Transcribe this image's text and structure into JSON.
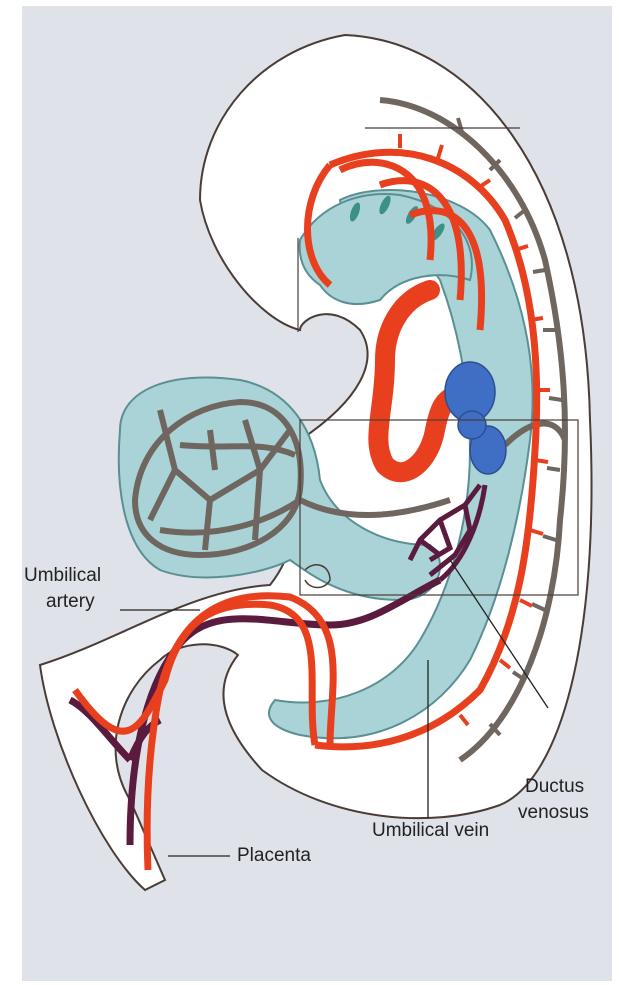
{
  "labels": {
    "umbilical_artery_line1": "Umbilical",
    "umbilical_artery_line2": "artery",
    "placenta": "Placenta",
    "umbilical_vein": "Umbilical vein",
    "ductus_venosus_line1": "Ductus",
    "ductus_venosus_line2": "venosus"
  },
  "colors": {
    "background": "#dfe2e8",
    "embryo_body": "#ffffff",
    "yolk_sac": "#a9d3d6",
    "artery": "#e8401f",
    "vein_network": "#6f6660",
    "heart": "#3f6fc4",
    "umbilical_vein": "#5a1b3e",
    "outline": "#4a3c36"
  }
}
